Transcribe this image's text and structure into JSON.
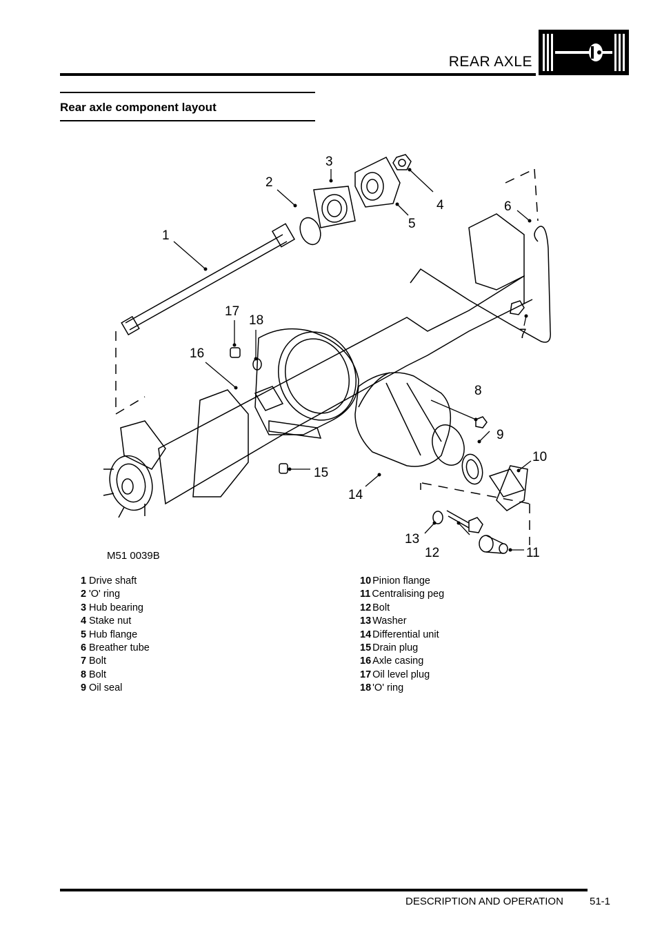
{
  "header": {
    "title": "REAR AXLE",
    "logo_icon": "rear-axle-section-icon"
  },
  "section": {
    "title": "Rear axle component layout"
  },
  "diagram": {
    "figure_code": "M51 0039B",
    "callouts": [
      "1",
      "2",
      "3",
      "4",
      "5",
      "6",
      "7",
      "8",
      "9",
      "10",
      "11",
      "12",
      "13",
      "14",
      "15",
      "16",
      "17",
      "18"
    ]
  },
  "legend": {
    "left": [
      {
        "num": "1",
        "label": "Drive shaft"
      },
      {
        "num": "2",
        "label": "'O' ring"
      },
      {
        "num": "3",
        "label": "Hub bearing"
      },
      {
        "num": "4",
        "label": "Stake nut"
      },
      {
        "num": "5",
        "label": "Hub flange"
      },
      {
        "num": "6",
        "label": "Breather tube"
      },
      {
        "num": "7",
        "label": "Bolt"
      },
      {
        "num": "8",
        "label": "Bolt"
      },
      {
        "num": "9",
        "label": "Oil seal"
      }
    ],
    "right": [
      {
        "num": "10",
        "label": "Pinion flange"
      },
      {
        "num": "11",
        "label": "Centralising peg"
      },
      {
        "num": "12",
        "label": "Bolt"
      },
      {
        "num": "13",
        "label": "Washer"
      },
      {
        "num": "14",
        "label": "Differential unit"
      },
      {
        "num": "15",
        "label": "Drain plug"
      },
      {
        "num": "16",
        "label": "Axle casing"
      },
      {
        "num": "17",
        "label": "Oil level plug"
      },
      {
        "num": "18",
        "label": "'O' ring"
      }
    ]
  },
  "footer": {
    "section": "DESCRIPTION AND OPERATION",
    "page": "51-1"
  }
}
